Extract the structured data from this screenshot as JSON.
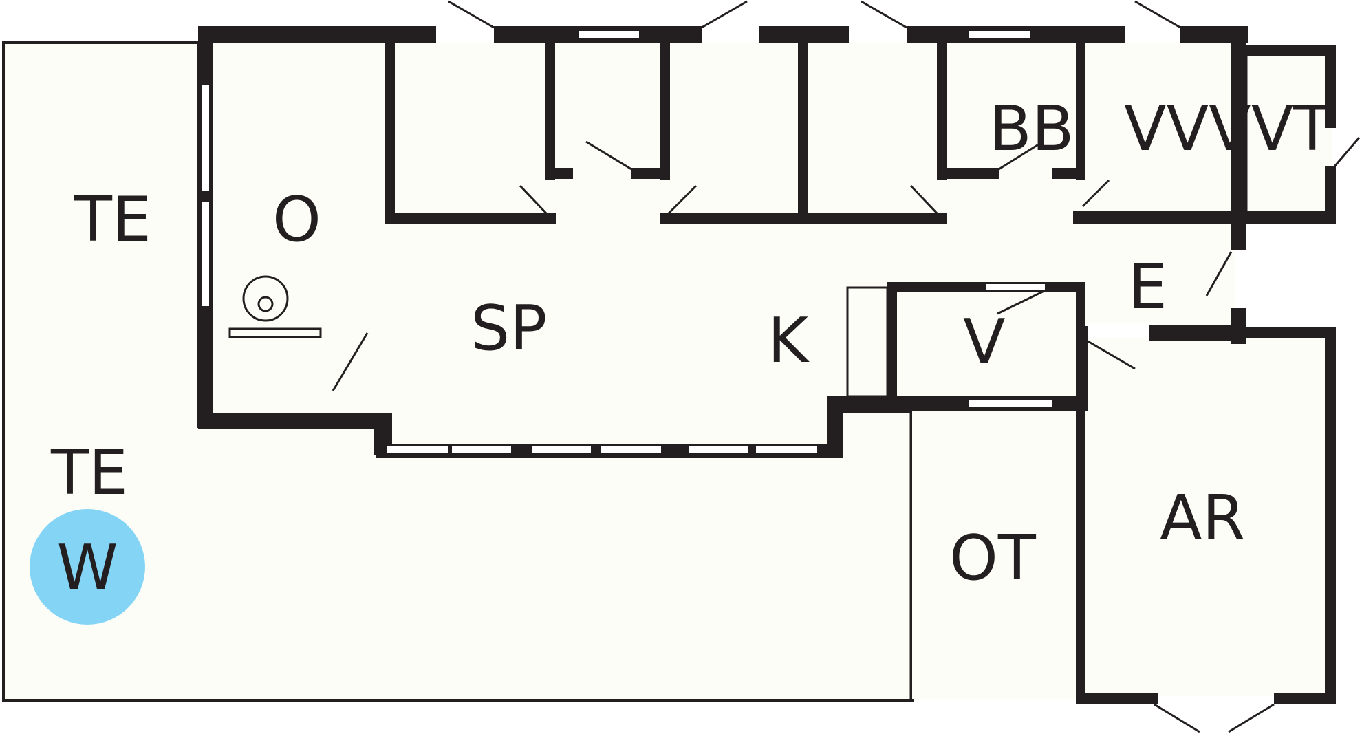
{
  "colors": {
    "wall": "#231f20",
    "floor": "#fdfdf7",
    "background": "#ffffff",
    "badge": "#84d4f6"
  },
  "rooms": {
    "te_top": "TE",
    "te_bottom": "TE",
    "o": "O",
    "sp": "SP",
    "k": "K",
    "bb": "BB",
    "vvvvt": "VVVVT",
    "e": "E",
    "v": "V",
    "ot": "OT",
    "ar": "AR"
  },
  "badge": {
    "label": "W",
    "icon": "compass-badge"
  }
}
